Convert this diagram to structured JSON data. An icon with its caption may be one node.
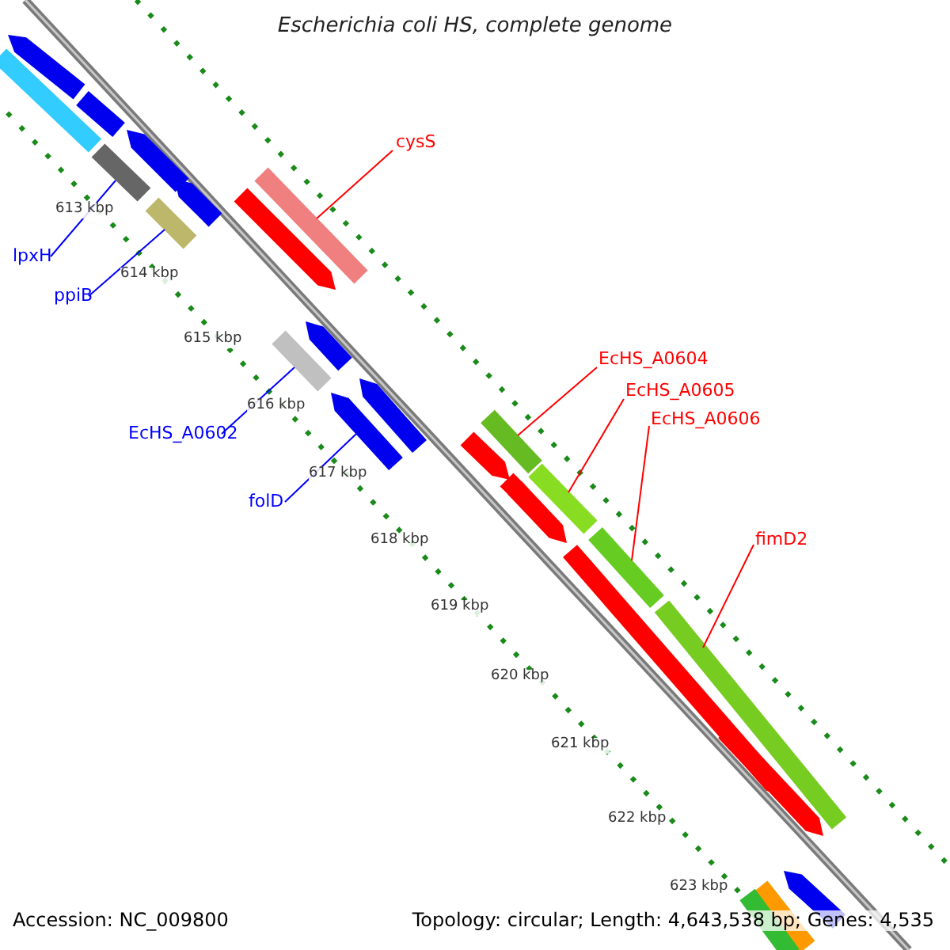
{
  "diagram": {
    "title": "Escherichia coli HS, complete genome",
    "nodes": [
      {
        "text": [
          "lpxH"
        ]
      },
      {
        "text": [],
        "shape": "bar"
      },
      {
        "text": [
          "ppiB"
        ]
      },
      {
        "text": [],
        "shape": "bar"
      },
      {
        "text": [
          "cysS"
        ]
      },
      {
        "text": [],
        "shape": "bar"
      },
      {
        "text": [
          "EcHS_A0602"
        ]
      },
      {
        "text": [],
        "shape": "bar"
      },
      {
        "text": [
          "folD"
        ]
      },
      {
        "text": [],
        "shape": "bar"
      },
      {
        "text": [
          "EcHS_A0604"
        ]
      },
      {
        "text": [],
        "shape": "bar"
      },
      {
        "text": [
          "EcHS_A0605"
        ]
      },
      {
        "text": [],
        "shape": "bar"
      },
      {
        "text": [
          "EcHS_A0606"
        ]
      },
      {
        "text": [],
        "shape": "bar"
      },
      {
        "text": [
          "fimD2"
        ]
      },
      {
        "text": [],
        "shape": "bar"
      }
    ],
    "edges": [
      {
        "from": 0,
        "to": 1,
        "arrow": "none",
        "color": "#0000ff"
      },
      {
        "from": 2,
        "to": 3,
        "arrow": "none",
        "color": "#0000ff"
      },
      {
        "from": 4,
        "to": 5,
        "arrow": "none"
      },
      {
        "from": 6,
        "to": 7,
        "arrow": "none",
        "color": "#0000ff"
      },
      {
        "from": 8,
        "to": 9,
        "arrow": "none",
        "color": "#0000ff"
      },
      {
        "from": 10,
        "to": 11,
        "arrow": "none"
      },
      {
        "from": 12,
        "to": 13,
        "arrow": "none"
      },
      {
        "from": 14,
        "to": 15,
        "arrow": "none"
      },
      {
        "from": 16,
        "to": 17,
        "arrow": "none"
      }
    ],
    "labels": [
      "613 kbp",
      "614 kbp",
      "615 kbp",
      "616 kbp",
      "617 kbp",
      "618 kbp",
      "619 kbp",
      "620 kbp",
      "621 kbp",
      "622 kbp",
      "623 kbp",
      "Accession: NC_009800",
      "Topology: circular; Length: 4,643,538 bp; Genes: 4,535"
    ]
  }
}
